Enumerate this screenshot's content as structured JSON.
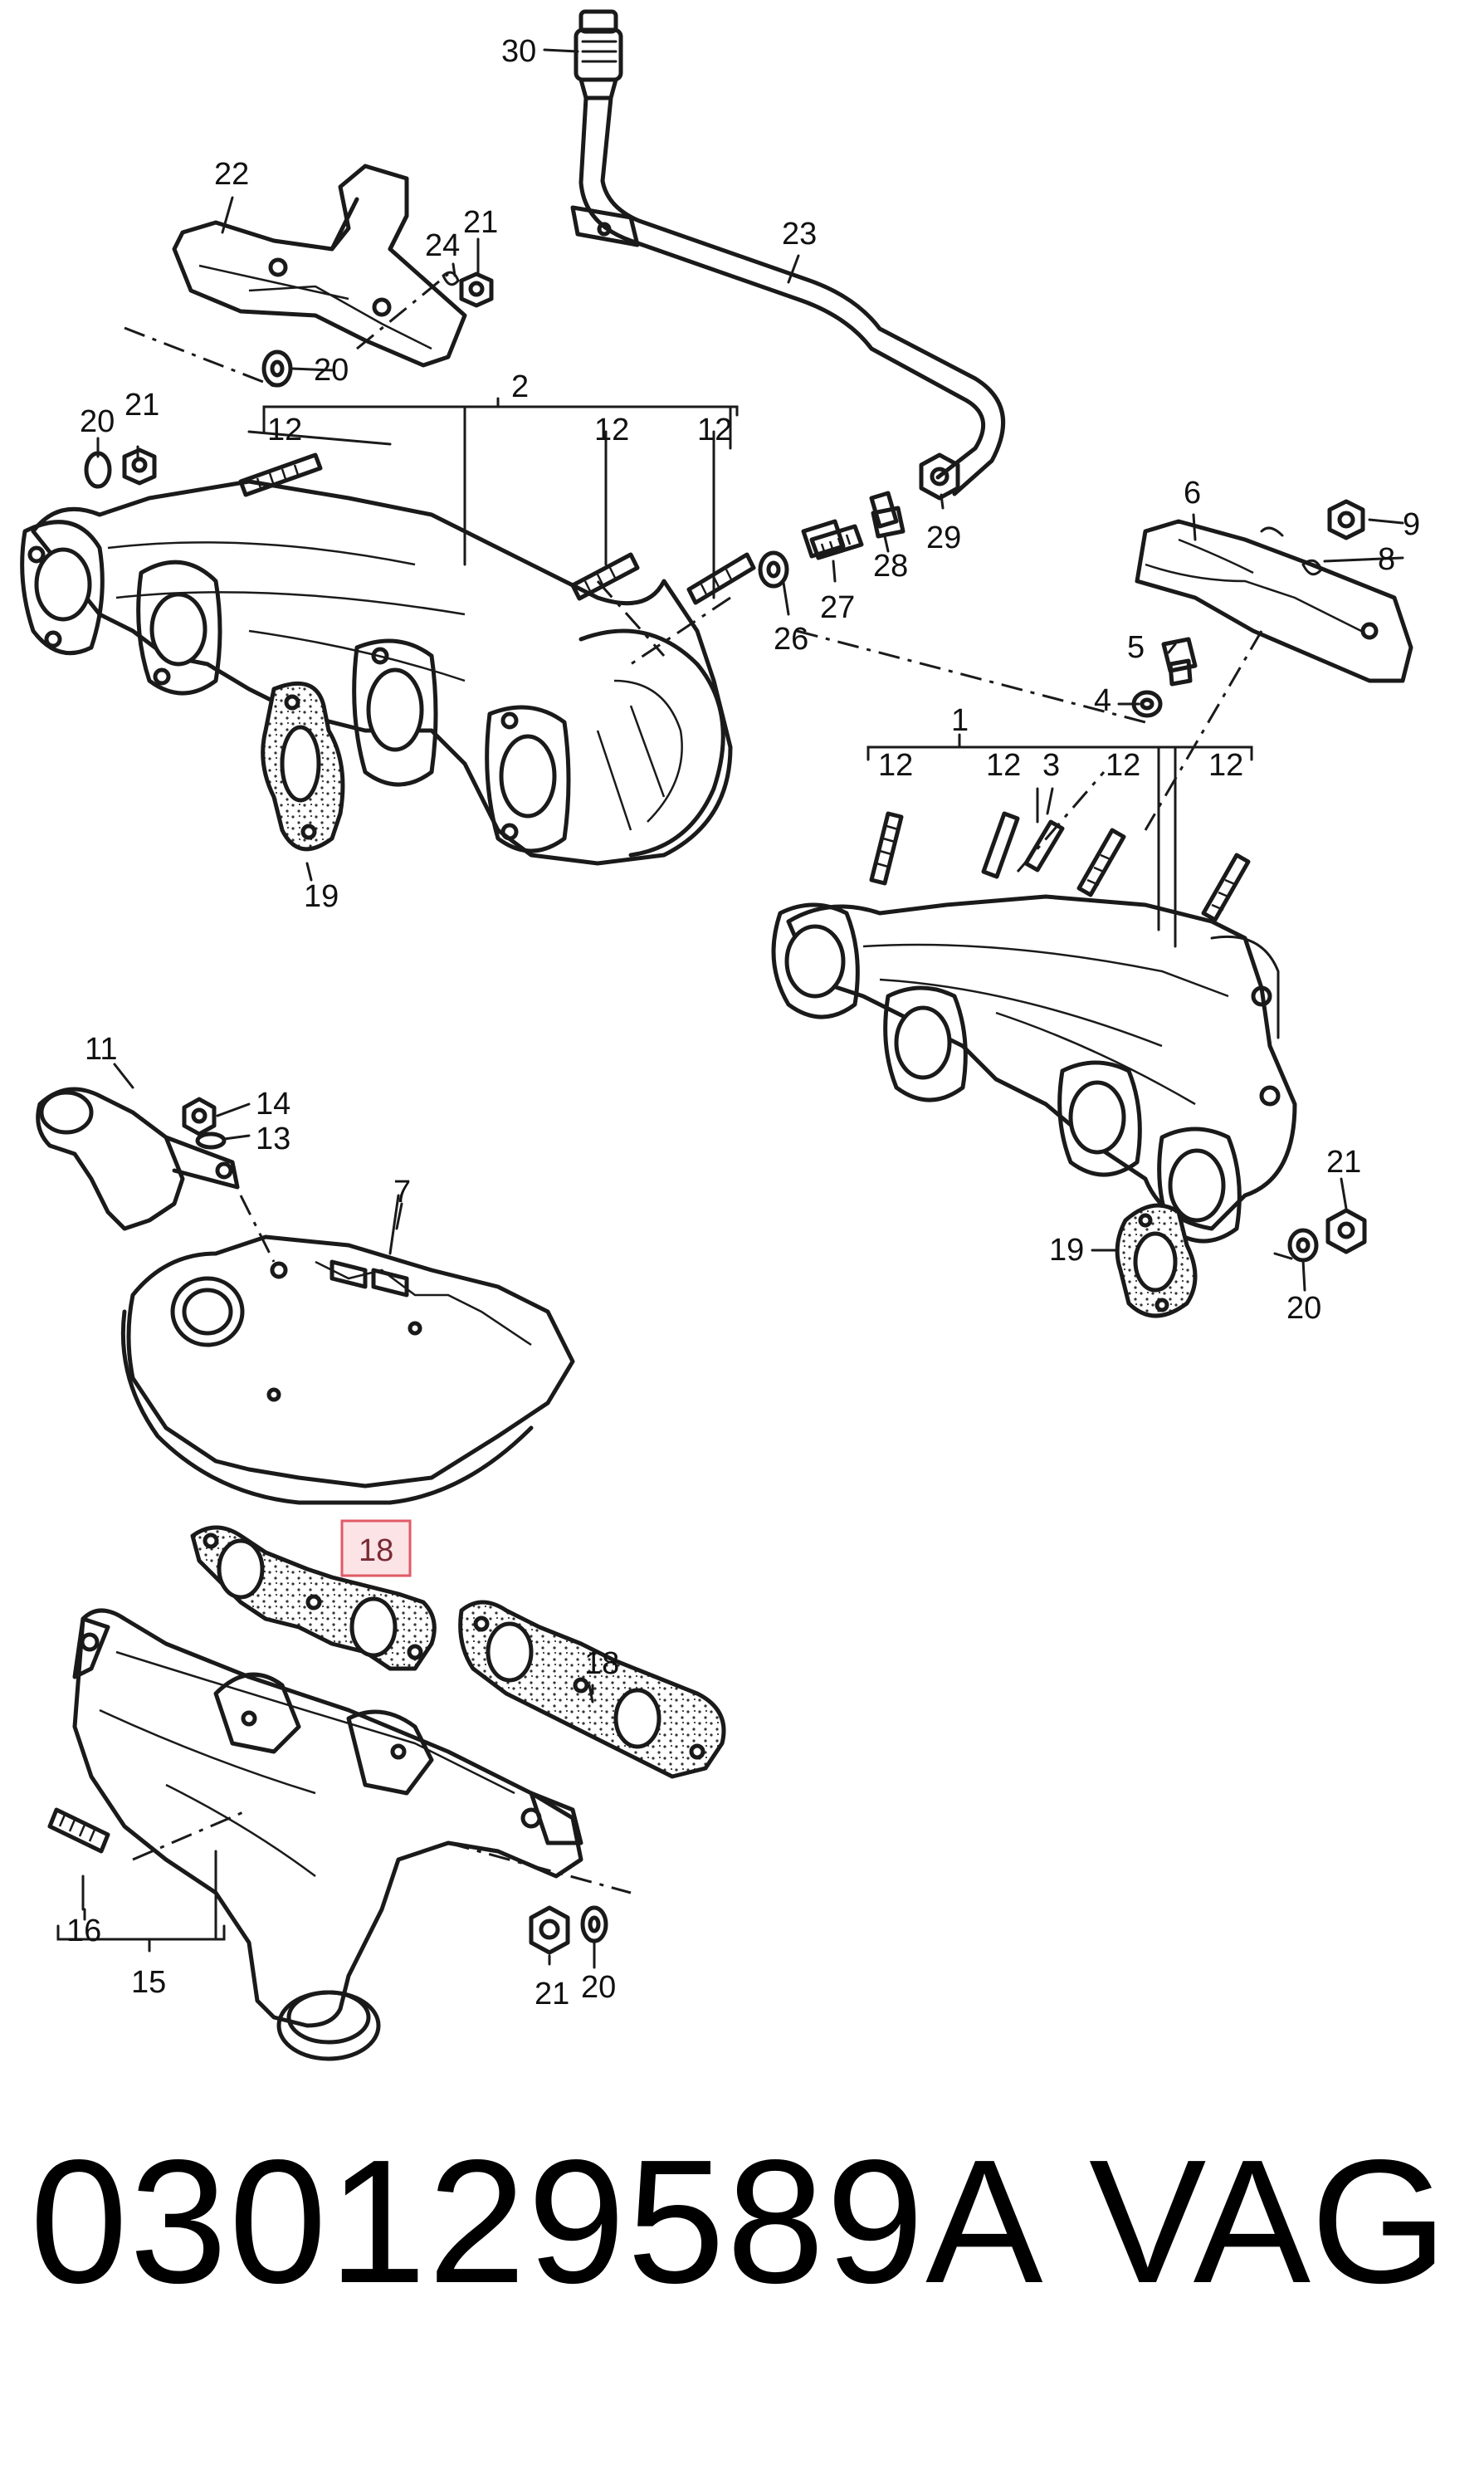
{
  "diagram": {
    "part_labels": [
      {
        "id": "p30a",
        "text": "30"
      },
      {
        "id": "p22",
        "text": "22"
      },
      {
        "id": "p23",
        "text": "23"
      },
      {
        "id": "p21a",
        "text": "21"
      },
      {
        "id": "p24",
        "text": "24"
      },
      {
        "id": "p20a",
        "text": "20"
      },
      {
        "id": "p2",
        "text": "2"
      },
      {
        "id": "p20b",
        "text": "20"
      },
      {
        "id": "p21b",
        "text": "21"
      },
      {
        "id": "p12a",
        "text": "12"
      },
      {
        "id": "p12b",
        "text": "12"
      },
      {
        "id": "p12c",
        "text": "12"
      },
      {
        "id": "p6",
        "text": "6"
      },
      {
        "id": "p9",
        "text": "9"
      },
      {
        "id": "p8",
        "text": "8"
      },
      {
        "id": "p29",
        "text": "29"
      },
      {
        "id": "p28",
        "text": "28"
      },
      {
        "id": "p27",
        "text": "27"
      },
      {
        "id": "p26",
        "text": "26"
      },
      {
        "id": "p5",
        "text": "5"
      },
      {
        "id": "p4",
        "text": "4"
      },
      {
        "id": "p1",
        "text": "1"
      },
      {
        "id": "p12d",
        "text": "12"
      },
      {
        "id": "p12e",
        "text": "12"
      },
      {
        "id": "p3",
        "text": "3"
      },
      {
        "id": "p12f",
        "text": "12"
      },
      {
        "id": "p12g",
        "text": "12"
      },
      {
        "id": "p19a",
        "text": "19"
      },
      {
        "id": "p11",
        "text": "11"
      },
      {
        "id": "p14",
        "text": "14"
      },
      {
        "id": "p13",
        "text": "13"
      },
      {
        "id": "p7",
        "text": "7"
      },
      {
        "id": "p21c",
        "text": "21"
      },
      {
        "id": "p19b",
        "text": "19"
      },
      {
        "id": "p20c",
        "text": "20"
      },
      {
        "id": "p18a",
        "text": "18"
      },
      {
        "id": "p18b",
        "text": "18"
      },
      {
        "id": "p16",
        "text": "16"
      },
      {
        "id": "p15",
        "text": "15"
      },
      {
        "id": "p21d",
        "text": "21"
      },
      {
        "id": "p20d",
        "text": "20"
      }
    ],
    "highlight_color": "#e05a66",
    "highlight_fill": "#fbe3e6"
  },
  "footer": {
    "part_number": "030129589A",
    "brand": "VAG"
  }
}
